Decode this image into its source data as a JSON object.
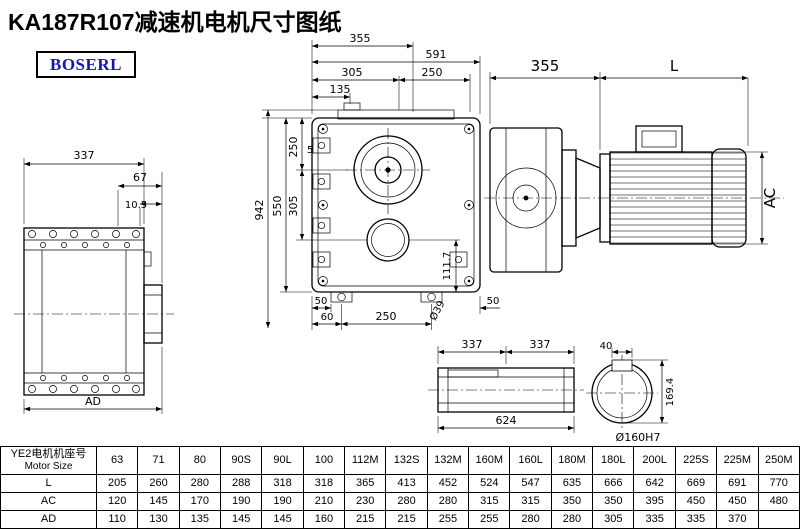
{
  "title": "KA187R107减速机电机尺寸图纸",
  "logo": "BOSERL",
  "dims": {
    "side_337": "337",
    "side_67": "67",
    "side_105": "10.5",
    "side_ad": "AD",
    "front_355": "355",
    "front_591": "591",
    "front_305_top": "305",
    "front_250_top": "250",
    "front_135": "135",
    "front_250_left": "250",
    "front_5": "5",
    "front_305_left": "305",
    "front_550": "550",
    "front_942": "942",
    "front_1117": "111.7",
    "front_50_bl": "50",
    "front_60": "60",
    "front_250_bottom": "250",
    "front_dia39": "Ø39",
    "front_50_br": "50",
    "asm_355": "355",
    "asm_l": "L",
    "asm_ac": "AC",
    "shaft_337_left": "337",
    "shaft_337_right": "337",
    "shaft_624": "624",
    "bore_40": "40",
    "bore_1694": "169.4",
    "bore_dia": "Ø160H7"
  },
  "table": {
    "header_cn": "YE2电机机座号",
    "header_en": "Motor Size",
    "sizes": [
      "63",
      "71",
      "80",
      "90S",
      "90L",
      "100",
      "112M",
      "132S",
      "132M",
      "160M",
      "160L",
      "180M",
      "180L",
      "200L",
      "225S",
      "225M",
      "250M"
    ],
    "rows": [
      {
        "label": "L",
        "values": [
          "205",
          "260",
          "280",
          "288",
          "318",
          "318",
          "365",
          "413",
          "452",
          "524",
          "547",
          "635",
          "666",
          "642",
          "669",
          "691",
          "770"
        ]
      },
      {
        "label": "AC",
        "values": [
          "120",
          "145",
          "170",
          "190",
          "190",
          "210",
          "230",
          "280",
          "280",
          "315",
          "315",
          "350",
          "350",
          "395",
          "450",
          "450",
          "480"
        ]
      },
      {
        "label": "AD",
        "values": [
          "110",
          "130",
          "135",
          "145",
          "145",
          "160",
          "215",
          "215",
          "255",
          "255",
          "280",
          "280",
          "305",
          "335",
          "335",
          "370",
          ""
        ]
      }
    ]
  }
}
